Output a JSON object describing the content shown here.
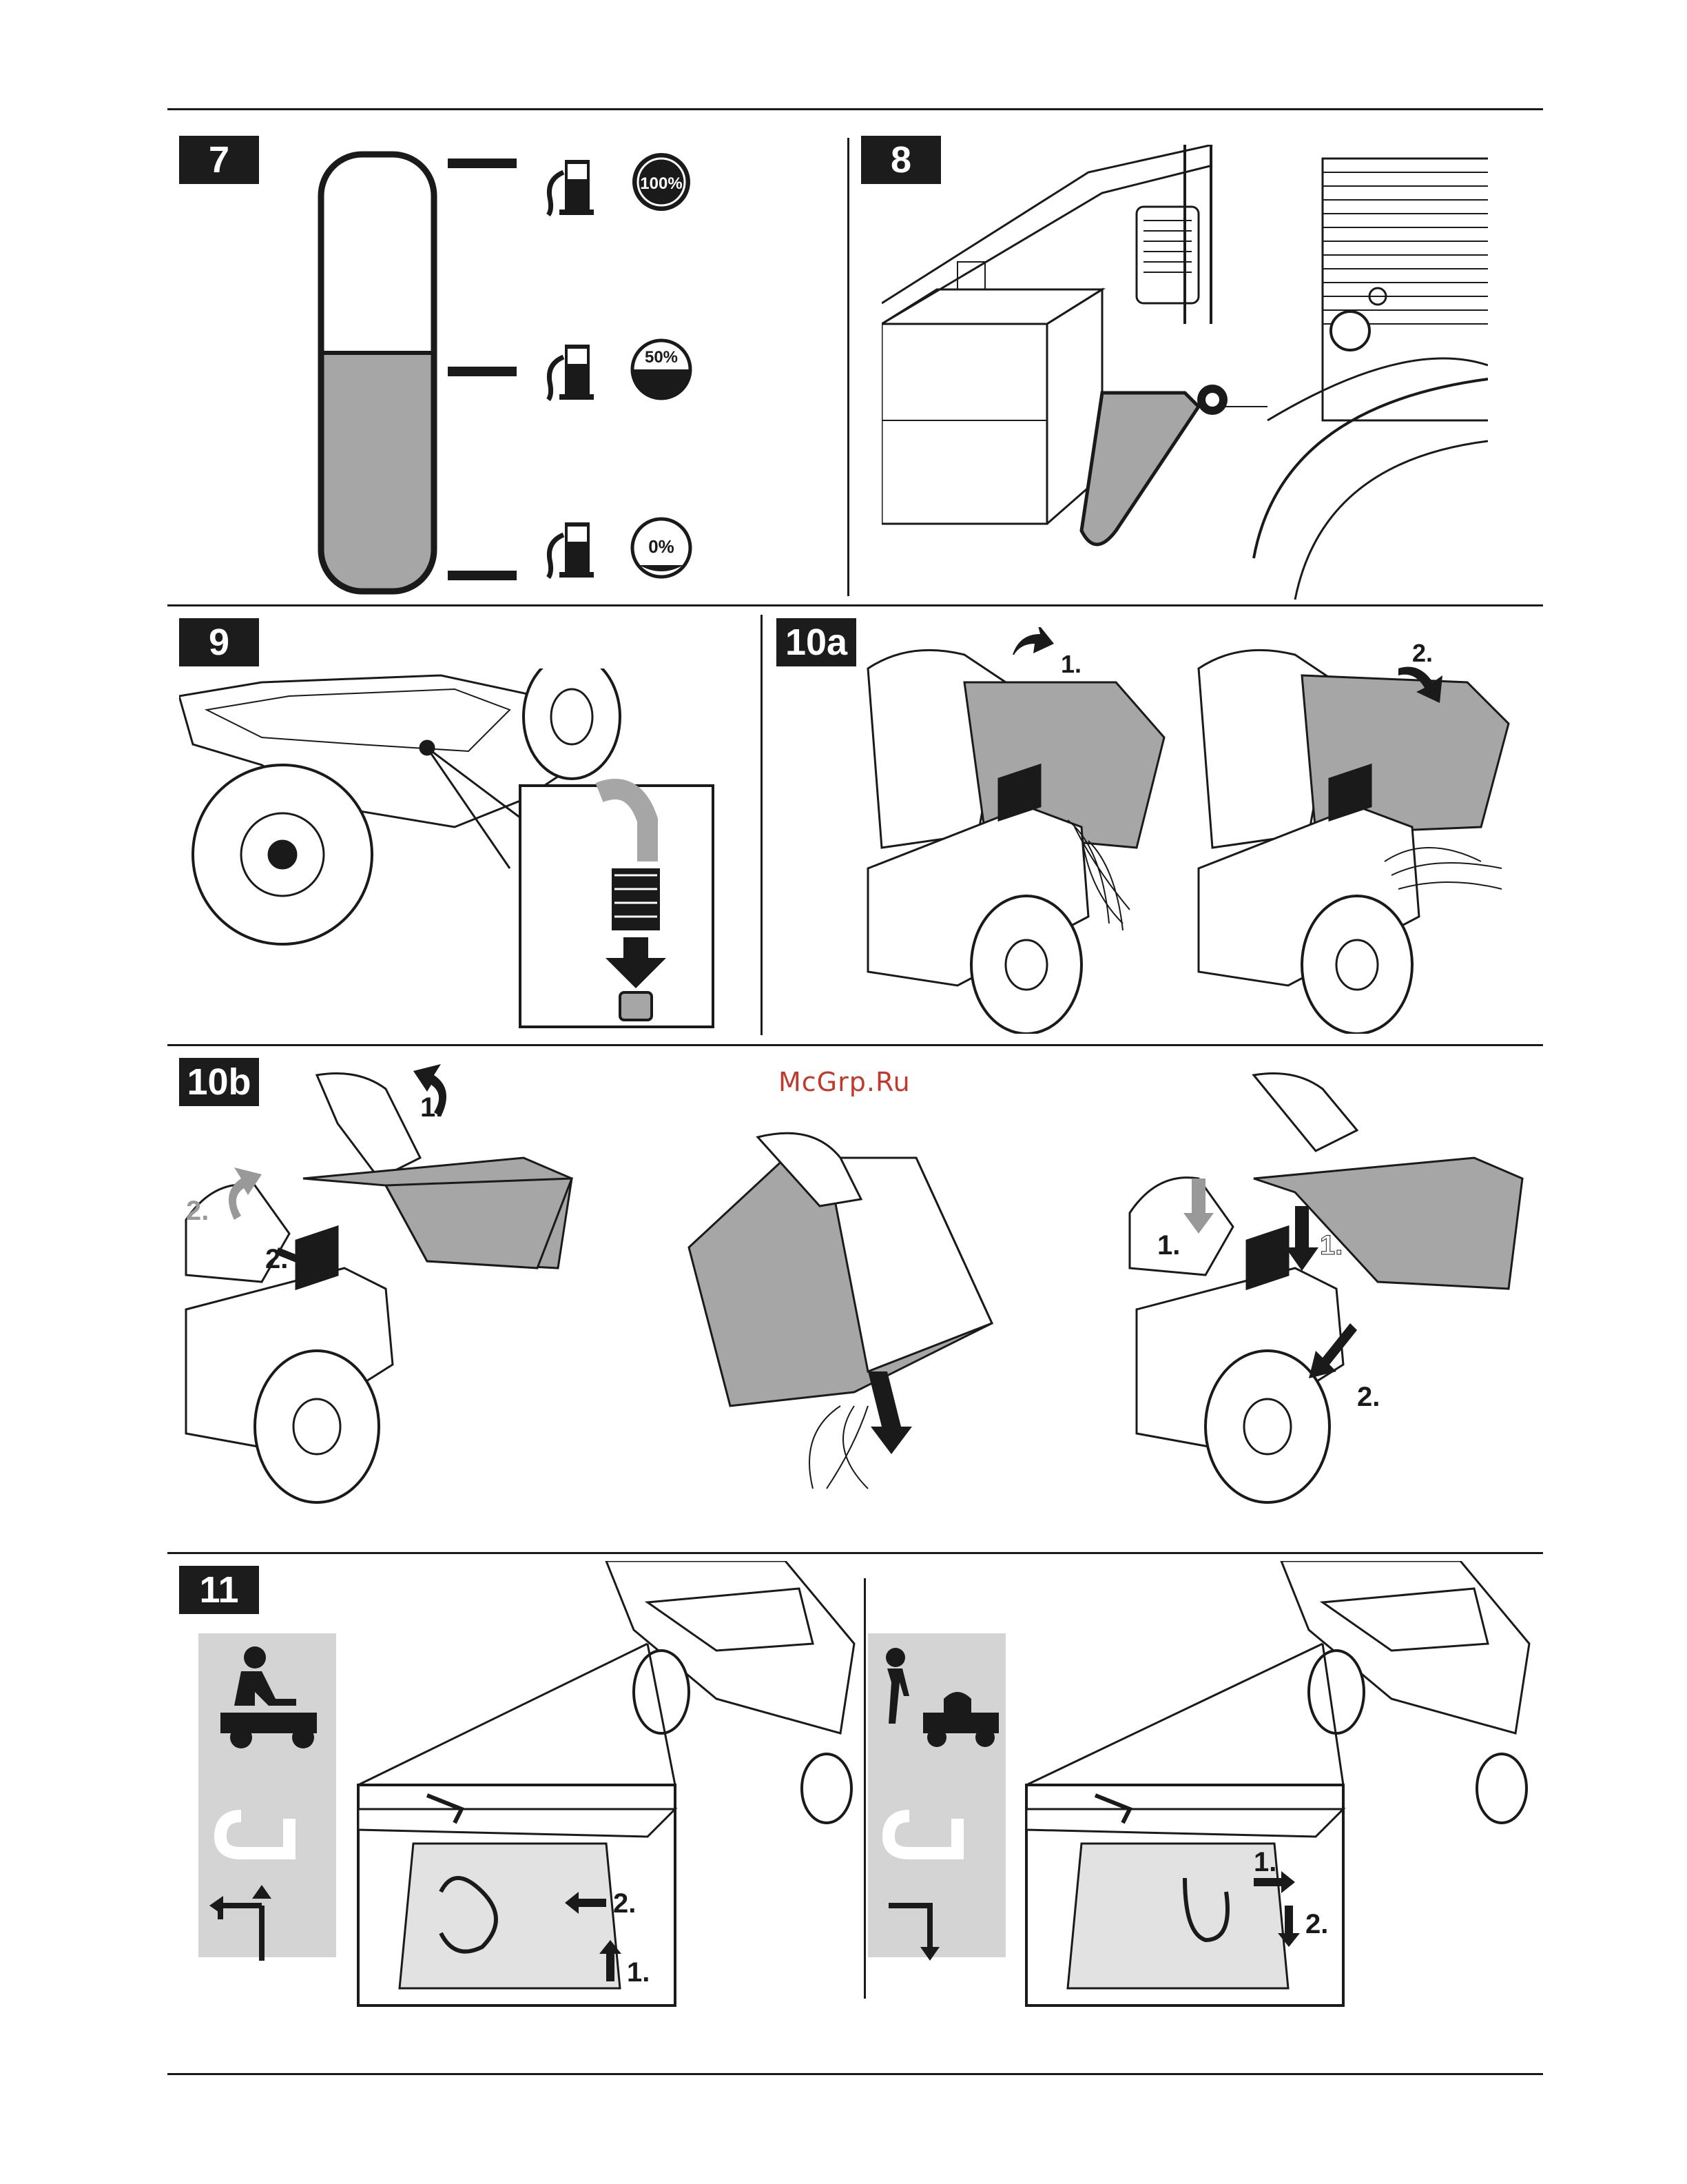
{
  "figures": {
    "f7": {
      "number": "7",
      "levels": [
        "100%",
        "50%",
        "0%"
      ],
      "fill_level": 0.5
    },
    "f8": {
      "number": "8"
    },
    "f9": {
      "number": "9"
    },
    "f10a": {
      "number": "10a",
      "step1": "1.",
      "step2": "2."
    },
    "f10b": {
      "number": "10b",
      "step1": "1.",
      "step2": "2.",
      "step2_grey": "2.",
      "step2_dark": "2.",
      "step1_grey": "1.",
      "step1_white": "1.",
      "step2_b": "2."
    },
    "f11": {
      "number": "11",
      "left_step1": "1.",
      "left_step2": "2.",
      "right_step1": "1.",
      "right_step2": "2."
    }
  },
  "watermark": "McGrp.Ru",
  "colors": {
    "ink": "#1a1a1a",
    "fill_grey": "#a6a6a6",
    "panel_grey": "#d4d4d4",
    "watermark": "#c0392b"
  }
}
